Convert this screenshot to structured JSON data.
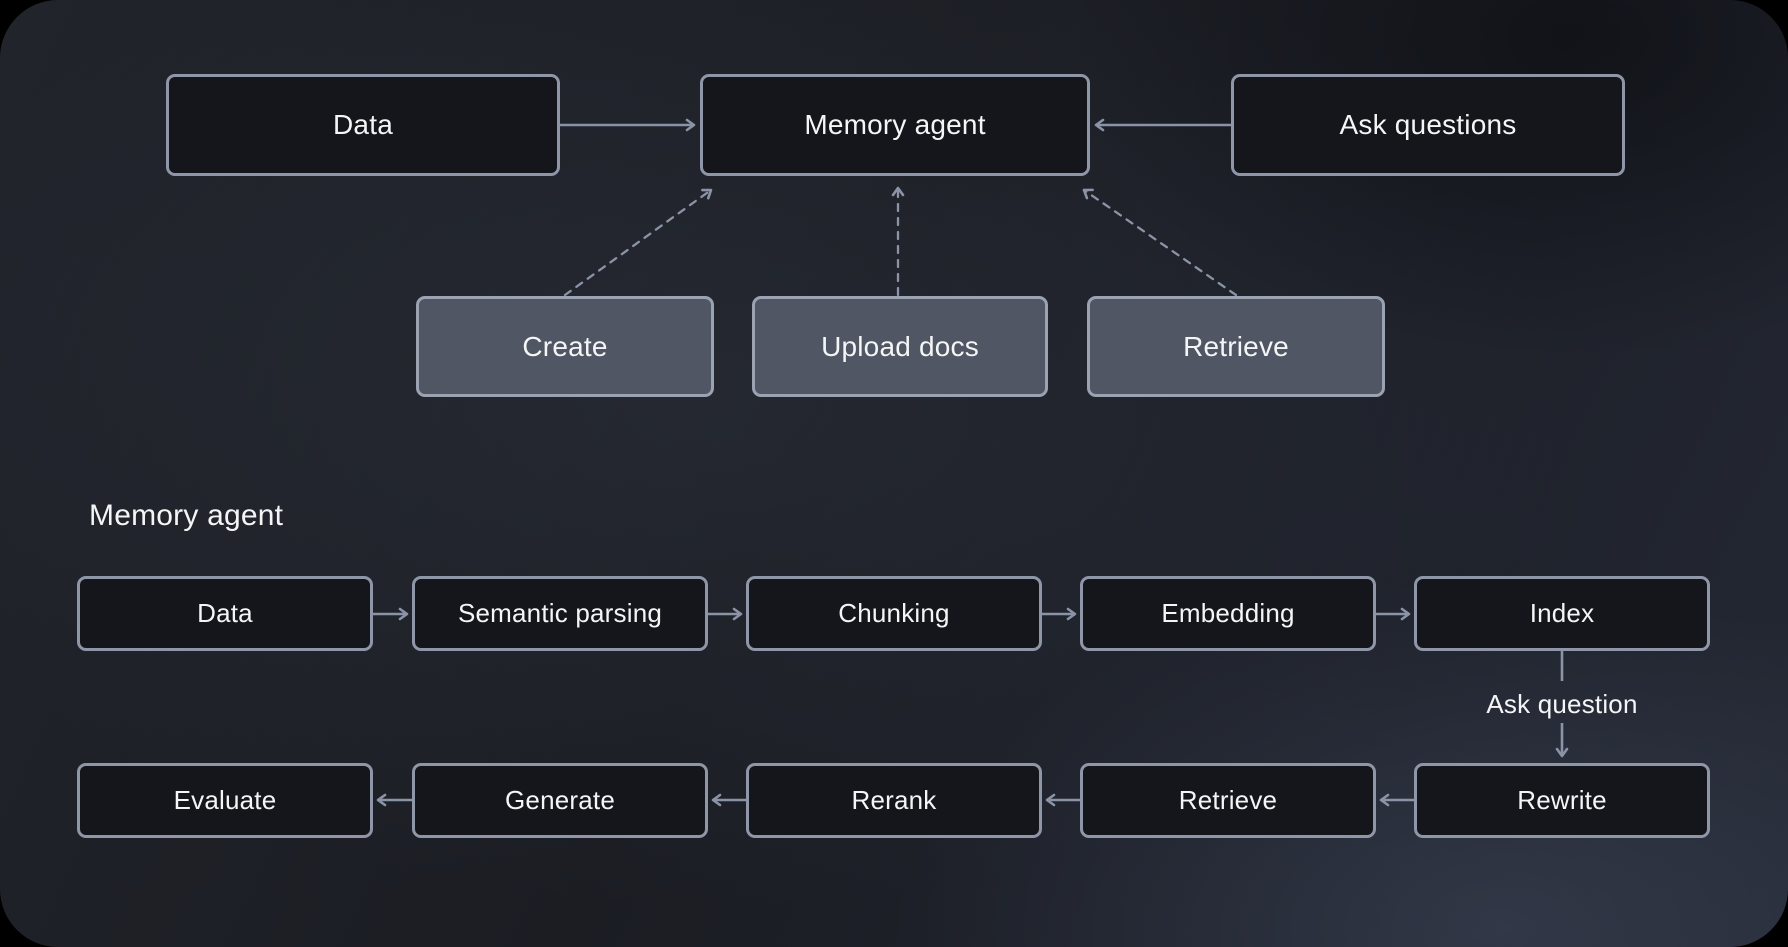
{
  "top_flow": {
    "data": "Data",
    "memory_agent": "Memory agent",
    "ask_questions": "Ask questions",
    "create": "Create",
    "upload_docs": "Upload docs",
    "retrieve": "Retrieve"
  },
  "detail": {
    "section_title": "Memory agent",
    "ingest_steps": [
      "Data",
      "Semantic parsing",
      "Chunking",
      "Embedding",
      "Index"
    ],
    "branch_label": "Ask question",
    "answer_steps": [
      "Evaluate",
      "Generate",
      "Rerank",
      "Retrieve",
      "Rewrite"
    ]
  },
  "colors": {
    "background_outer": "#000000",
    "node_dark_fill": "#14161b",
    "node_gray_fill": "#505663",
    "node_border_dark": "#8e96a8",
    "node_border_gray": "#9ba3b3",
    "arrow": "#8b93a6",
    "text": "#f4f5f7"
  }
}
